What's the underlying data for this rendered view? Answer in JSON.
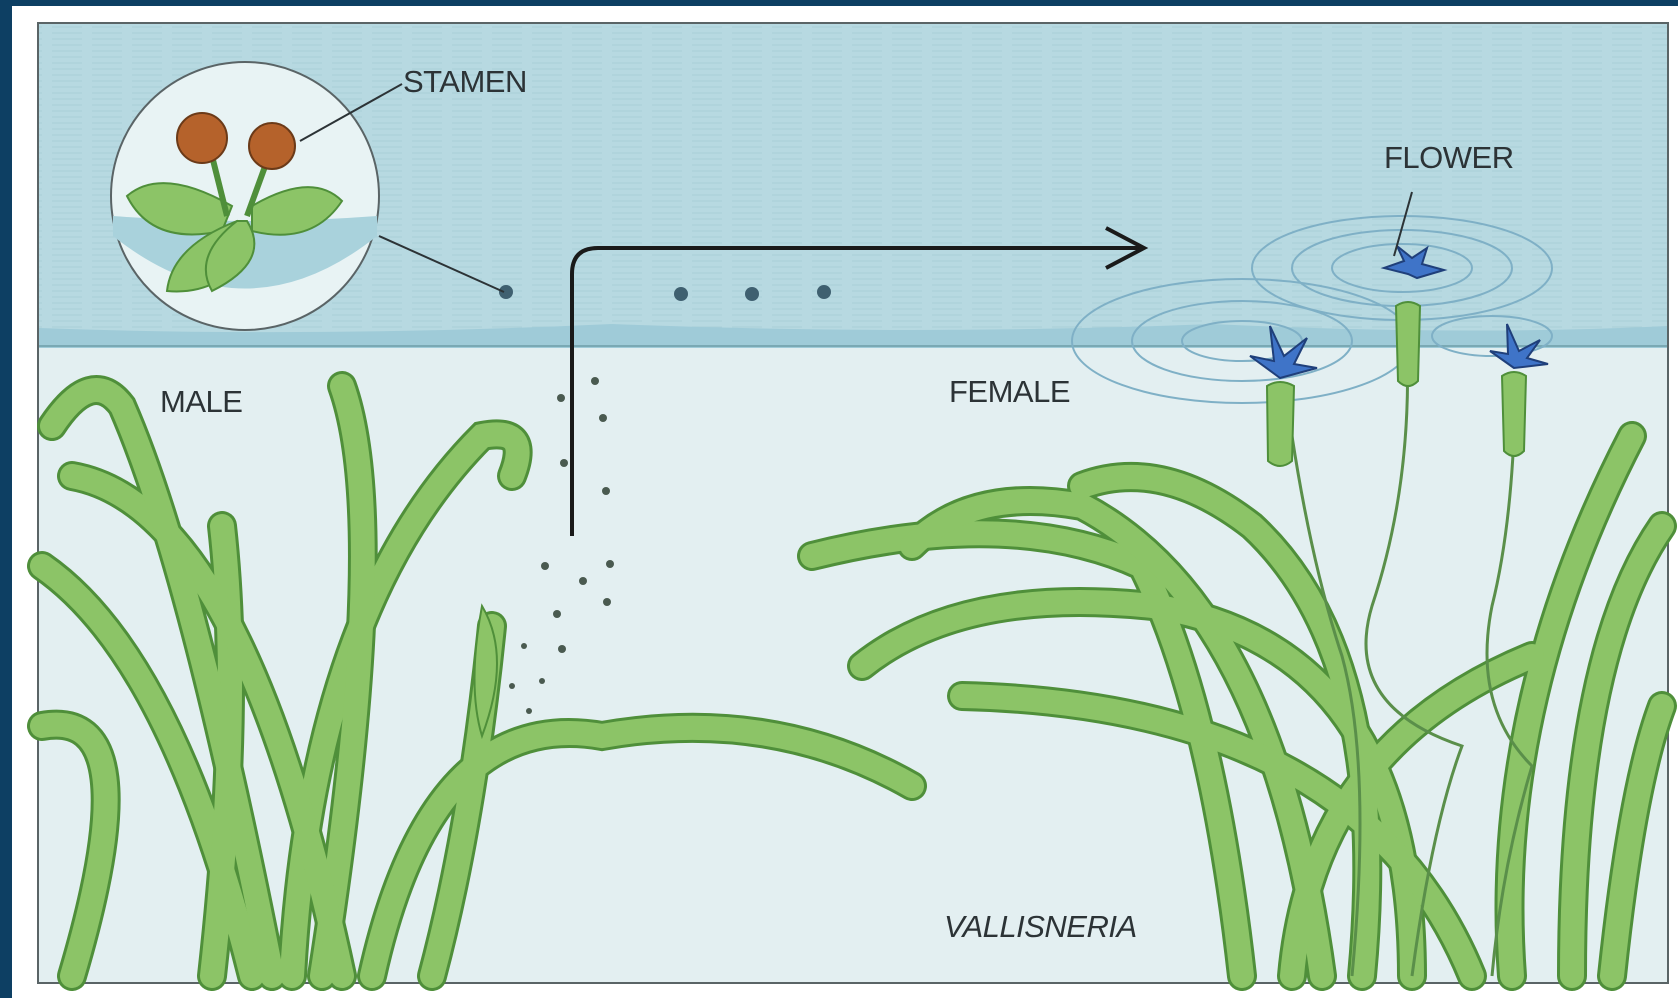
{
  "labels": {
    "stamen": "STAMEN",
    "flower": "FLOWER",
    "male": "MALE",
    "female": "FEMALE",
    "species": "VALLISNERIA"
  },
  "colors": {
    "frame_border": "#0d3f63",
    "water_surface": "#b8dbe3",
    "water_body": "#e4f0f2",
    "leaf": "#8cc467",
    "leaf_edge": "#4f8f3a",
    "flower": "#3f74c8",
    "anther": "#b5622b",
    "arrow": "#1a1a1a"
  },
  "icons": [
    "stamen-inset-circle",
    "pollen-dots",
    "female-flower",
    "ripple-rings",
    "arrow-right"
  ]
}
